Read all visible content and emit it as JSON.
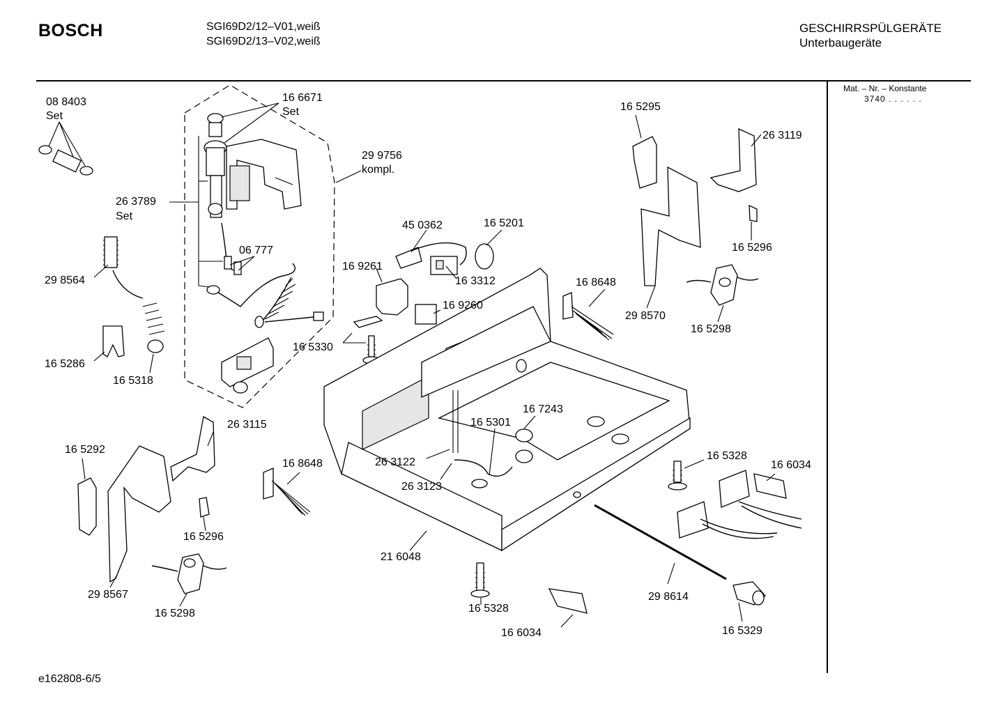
{
  "header": {
    "brand": "BOSCH",
    "model_line_1": "SGI69D2/12–V01,weiß",
    "model_line_2": "SGI69D2/13–V02,weiß",
    "category": "GESCHIRRSPÜLGERÄTE",
    "subcategory": "Unterbaugeräte"
  },
  "sidebar": {
    "heading": "Mat. – Nr. – Konstante",
    "value": "3740  .  .  .  .  .  ."
  },
  "footer": {
    "doc_id": "e162808-6/5"
  },
  "labels": {
    "p088403": "08 8403",
    "set_a": "Set",
    "p166671": "16 6671",
    "set_b": "Set",
    "p299756": "29 9756",
    "kompl": "kompl.",
    "p263789": "26 3789",
    "set_c": "Set",
    "p06777": "06 777",
    "p298564": "29 8564",
    "p165286": "16 5286",
    "p165318": "16 5318",
    "p450362": "45 0362",
    "p165201": "16 5201",
    "p169261": "16 9261",
    "p163312": "16 3312",
    "p169260": "16 9260",
    "p165330": "16 5330",
    "p165295": "16 5295",
    "p263119": "26 3119",
    "p165296a": "16 5296",
    "p168648a": "16 8648",
    "p298570": "29 8570",
    "p165298a": "16 5298",
    "p263115": "26 3115",
    "p165292": "16 5292",
    "p165296b": "16 5296",
    "p298567": "29 8567",
    "p165298b": "16 5298",
    "p168648b": "16 8648",
    "p167243": "16 7243",
    "p165301": "16 5301",
    "p263122": "26 3122",
    "p263123": "26 3123",
    "p216048": "21 6048",
    "p165328a": "16 5328",
    "p166034a": "16 6034",
    "p165328b": "16 5328",
    "p166034b": "16 6034",
    "p298614": "29 8614",
    "p165329": "16 5329"
  }
}
